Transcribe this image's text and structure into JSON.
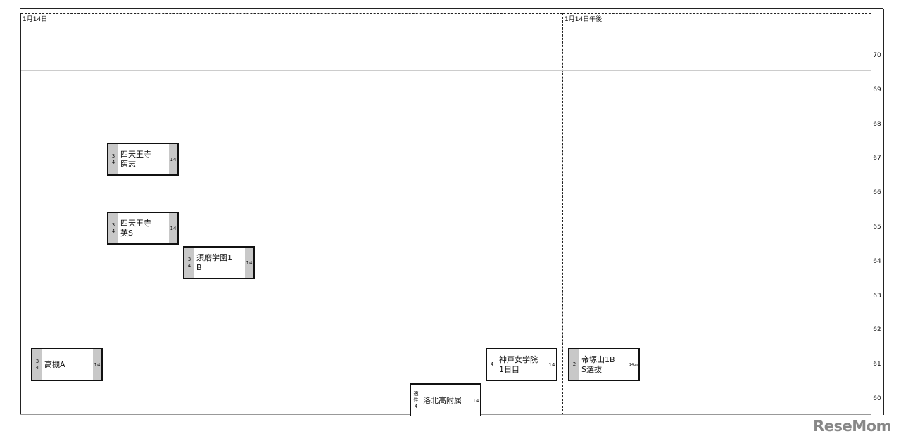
{
  "header": {
    "left_label": "1月14日",
    "right_label": "1月14日午後"
  },
  "axis": {
    "ticks": [
      "70",
      "69",
      "68",
      "67",
      "66",
      "65",
      "64",
      "63",
      "62",
      "61",
      "60"
    ]
  },
  "entries": [
    {
      "left": [
        "3",
        "4"
      ],
      "name": [
        "四天王寺",
        "医志"
      ],
      "right": "14",
      "value": 67
    },
    {
      "left": [
        "3",
        "4"
      ],
      "name": [
        "四天王寺",
        "英S"
      ],
      "right": "14",
      "value": 65
    },
    {
      "left": [
        "3",
        "4"
      ],
      "name": [
        "須磨学園1",
        "B"
      ],
      "right": "14",
      "value": 64
    },
    {
      "left": [
        "3",
        "4"
      ],
      "name": [
        "高槻A"
      ],
      "right": "14",
      "value": 61
    },
    {
      "left": [
        "4"
      ],
      "name": [
        "神戸女学院",
        "1日目"
      ],
      "right": "14",
      "value": 61
    },
    {
      "left": [
        "2"
      ],
      "name": [
        "帝塚山1B",
        "S選抜"
      ],
      "right": "14pm",
      "value": 61
    },
    {
      "left": [
        "適",
        "性",
        "4"
      ],
      "name": [
        "洛北高附属"
      ],
      "right": "14",
      "value": 60
    }
  ],
  "logo": "ReseMom"
}
